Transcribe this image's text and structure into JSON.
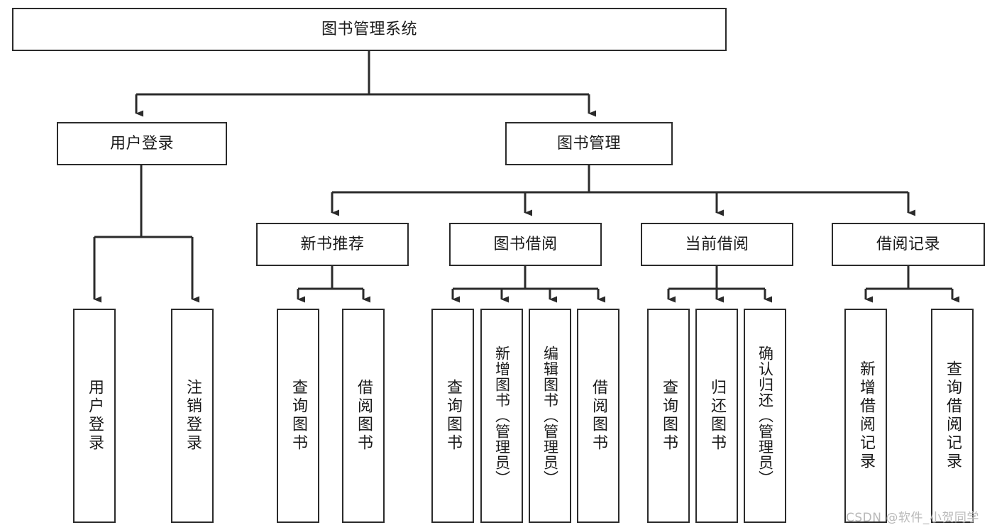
{
  "diagram": {
    "title": "图书管理系统",
    "type": "tree-hierarchy",
    "watermark": "CSDN @软件_小贺同学",
    "colors": {
      "stroke": "#2b2b2b",
      "background": "#ffffff",
      "text": "#1a1a1a",
      "watermark": "#b9b9b9"
    },
    "nodes": {
      "root": {
        "label": "图书管理系统",
        "orientation": "horizontal"
      },
      "level1": [
        {
          "id": "user-login",
          "label": "用户登录",
          "orientation": "horizontal"
        },
        {
          "id": "book-manage",
          "label": "图书管理",
          "orientation": "horizontal"
        }
      ],
      "level2": [
        {
          "id": "new-book-recommend",
          "label": "新书推荐",
          "orientation": "horizontal"
        },
        {
          "id": "book-borrow",
          "label": "图书借阅",
          "orientation": "horizontal"
        },
        {
          "id": "current-borrow",
          "label": "当前借阅",
          "orientation": "horizontal"
        },
        {
          "id": "borrow-record",
          "label": "借阅记录",
          "orientation": "horizontal"
        }
      ],
      "level3": [
        {
          "id": "leaf-user-login",
          "label": "用户登录",
          "orientation": "vertical",
          "parent": "user-login"
        },
        {
          "id": "leaf-user-logout",
          "label": "注销登录",
          "orientation": "vertical",
          "parent": "user-login"
        },
        {
          "id": "leaf-query-book-1",
          "label": "查询图书",
          "orientation": "vertical",
          "parent": "new-book-recommend"
        },
        {
          "id": "leaf-borrow-book-1",
          "label": "借阅图书",
          "orientation": "vertical",
          "parent": "new-book-recommend"
        },
        {
          "id": "leaf-query-book-2",
          "label": "查询图书",
          "orientation": "vertical",
          "parent": "book-borrow"
        },
        {
          "id": "leaf-add-book",
          "label": "新增图书（管理员）",
          "orientation": "vertical",
          "parent": "book-borrow"
        },
        {
          "id": "leaf-edit-book",
          "label": "编辑图书（管理员）",
          "orientation": "vertical",
          "parent": "book-borrow"
        },
        {
          "id": "leaf-borrow-book-2",
          "label": "借阅图书",
          "orientation": "vertical",
          "parent": "book-borrow"
        },
        {
          "id": "leaf-query-book-3",
          "label": "查询图书",
          "orientation": "vertical",
          "parent": "current-borrow"
        },
        {
          "id": "leaf-return-book",
          "label": "归还图书",
          "orientation": "vertical",
          "parent": "current-borrow"
        },
        {
          "id": "leaf-confirm-return",
          "label": "确认归还（管理员）",
          "orientation": "vertical",
          "parent": "current-borrow"
        },
        {
          "id": "leaf-add-record",
          "label": "新增借阅记录",
          "orientation": "vertical",
          "parent": "borrow-record"
        },
        {
          "id": "leaf-query-record",
          "label": "查询借阅记录",
          "orientation": "vertical",
          "parent": "borrow-record"
        }
      ]
    }
  }
}
